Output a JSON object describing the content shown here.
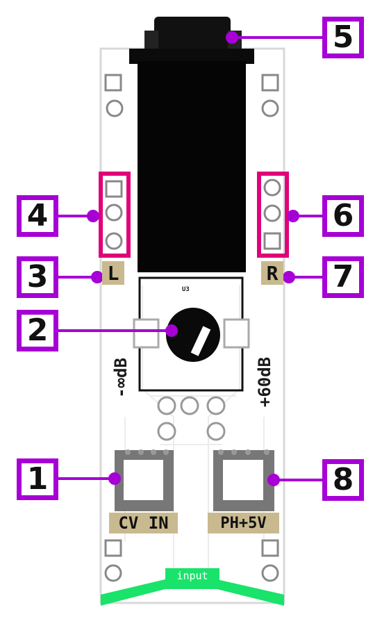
{
  "callouts": {
    "c1": "1",
    "c2": "2",
    "c3": "3",
    "c4": "4",
    "c5": "5",
    "c6": "6",
    "c7": "7",
    "c8": "8"
  },
  "silkscreen": {
    "left_channel": "L",
    "right_channel": "R",
    "component_ref": "U3",
    "min_gain": "-∞dB",
    "max_gain": "+60dB",
    "cv_in": "CV IN",
    "ph_5v": "PH+5V",
    "input_tab": "input"
  },
  "colors": {
    "callout_border": "#a600d6",
    "connector_highlight": "#e0007a",
    "board": "#ffffff",
    "label_chip": "#c9b98f",
    "input_tab": "#19e36a"
  }
}
